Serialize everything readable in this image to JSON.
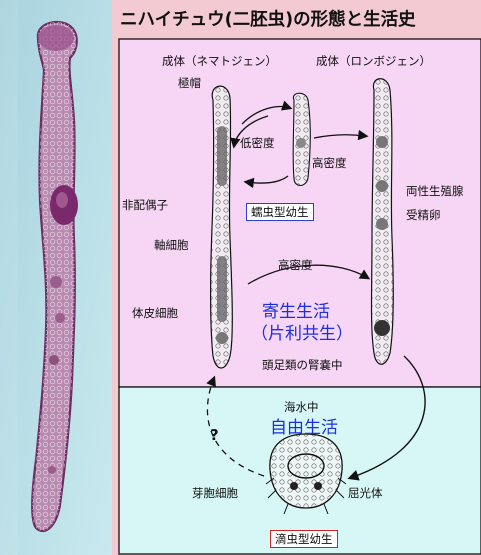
{
  "title": "ニハイチュウ(二胚虫)の形態と生活史",
  "labels": {
    "adult_nematogen": "成体（ネマトジェン）",
    "adult_rhombogen": "成体（ロンボジェン）",
    "calotte": "極帽",
    "low_density": "低密度",
    "high_density_1": "高密度",
    "high_density_2": "高密度",
    "hermaphroditic_gonad": "両性生殖腺",
    "fertilized_egg": "受精卵",
    "non_gamete": "非配偶子",
    "axial_cell": "軸細胞",
    "vermiform_larva": "蠕虫型幼生",
    "peripheral_cell": "体皮細胞",
    "parasitic_life": "寄生生活",
    "commensalism": "（片利共生）",
    "renal_sac": "頭足類の腎嚢中",
    "in_seawater": "海水中",
    "free_living": "自由生活",
    "question": "?",
    "germinal_cell": "芽胞細胞",
    "refringent_body": "屈光体",
    "infusoriform_larva": "滴虫型幼生"
  },
  "colors": {
    "background": "#f3c9d2",
    "parasitic_panel": "#f6d6f4",
    "free_panel": "#d7f7f7",
    "photo_background": "#bfe2ea",
    "organism_stain": "#a0578f",
    "accent_blue": "#1b2ee0",
    "vermiform_box_border": "#2a3fd6",
    "infusoriform_box_border": "#cc2222"
  }
}
